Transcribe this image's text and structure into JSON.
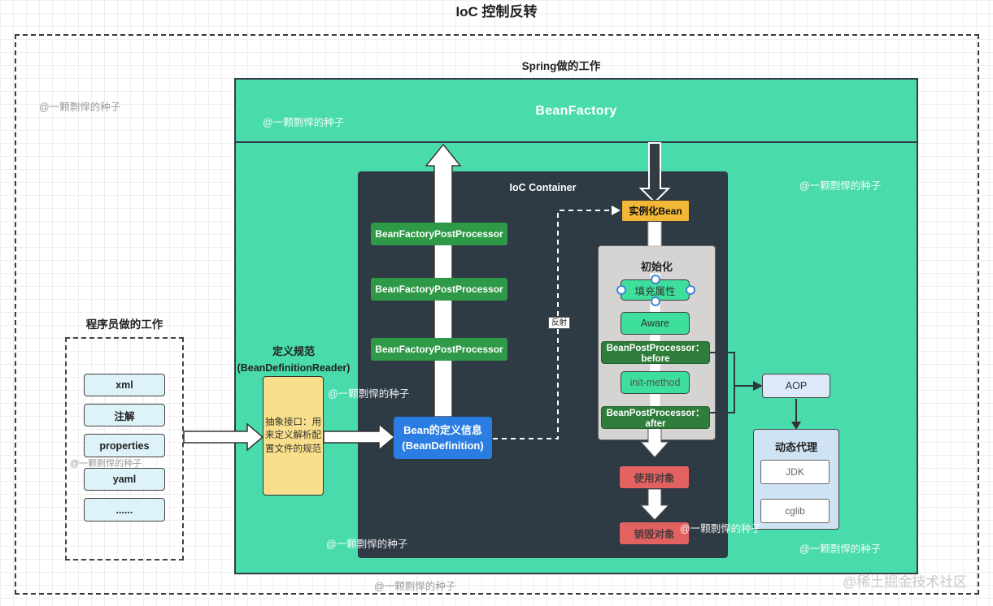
{
  "title": "IoC 控制反转",
  "spring_section": {
    "label": "Spring做的工作"
  },
  "bean_factory": {
    "title": "BeanFactory"
  },
  "ioc_container": {
    "title": "IoC Container",
    "bfpp": [
      "BeanFactoryPostProcessor",
      "BeanFactoryPostProcessor",
      "BeanFactoryPostProcessor"
    ],
    "bean_definition": {
      "line1": "Bean的定义信息",
      "line2": "(BeanDefinition)"
    },
    "instantiate": "实例化Bean",
    "reflection_label": "反射",
    "init": {
      "title": "初始化",
      "steps": [
        "填充属性",
        "Aware",
        "BeanPostProcessor：before",
        "init-method",
        "BeanPostProcessor：after"
      ]
    },
    "use_object": "使用对象",
    "destroy_object": "销毁对象"
  },
  "programmer_section": {
    "label": "程序员做的工作",
    "items": [
      "xml",
      "注解",
      "properties",
      "yaml",
      "......"
    ]
  },
  "reader": {
    "title": "定义规范",
    "subtitle": "(BeanDefinitionReader)",
    "abstract_box": "抽象接口：用来定义解析配置文件的规范"
  },
  "aop": {
    "label": "AOP",
    "proxy_title": "动态代理",
    "proxy_items": [
      "JDK",
      "cglib"
    ]
  },
  "watermarks": {
    "seed": "@一颗剽悍的种子",
    "juejin": "@稀土掘金技术社区"
  },
  "colors": {
    "teal": "#4adbac",
    "dark_panel": "#2e3a44",
    "green": "#2e9946",
    "dark_green": "#2e7d3a",
    "mint": "#3edf9d",
    "yellow": "#f2b737",
    "light_yellow": "#f9df8c",
    "blue": "#2b7de1",
    "red": "#e26262",
    "light_blue": "#cfe3f5",
    "lighter_blue": "#dde9f8",
    "light_cyan": "#ddf3f9",
    "gray_panel": "#d6d4d3"
  }
}
